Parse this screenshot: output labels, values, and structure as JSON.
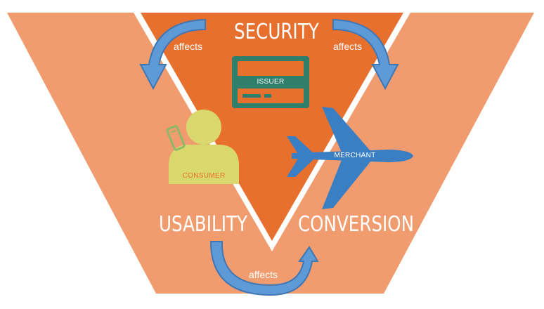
{
  "diagram": {
    "labels": {
      "security": "SECURITY",
      "usability": "USABILITY",
      "conversion": "CONVERSION",
      "issuer": "ISSUER",
      "consumer": "CONSUMER",
      "merchant": "MERCHANT"
    },
    "arrows": {
      "left": "affects",
      "right": "affects",
      "bottom": "affects"
    },
    "icons": [
      "credit-card-icon",
      "person-icon",
      "phone-icon",
      "airplane-icon",
      "curved-arrow-icon"
    ],
    "colors": {
      "outer_band": "#F09C6E",
      "inner_triangle": "#E8702F",
      "card": "#2F7F6C",
      "consumer": "#D9D86E",
      "phone": "#8DB86A",
      "airplane": "#3A7FC4",
      "arrow_fill": "#5E9AD6",
      "arrow_stroke": "#3F77B5",
      "text": "#FFFFFF",
      "consumer_text": "#E8702F"
    }
  }
}
